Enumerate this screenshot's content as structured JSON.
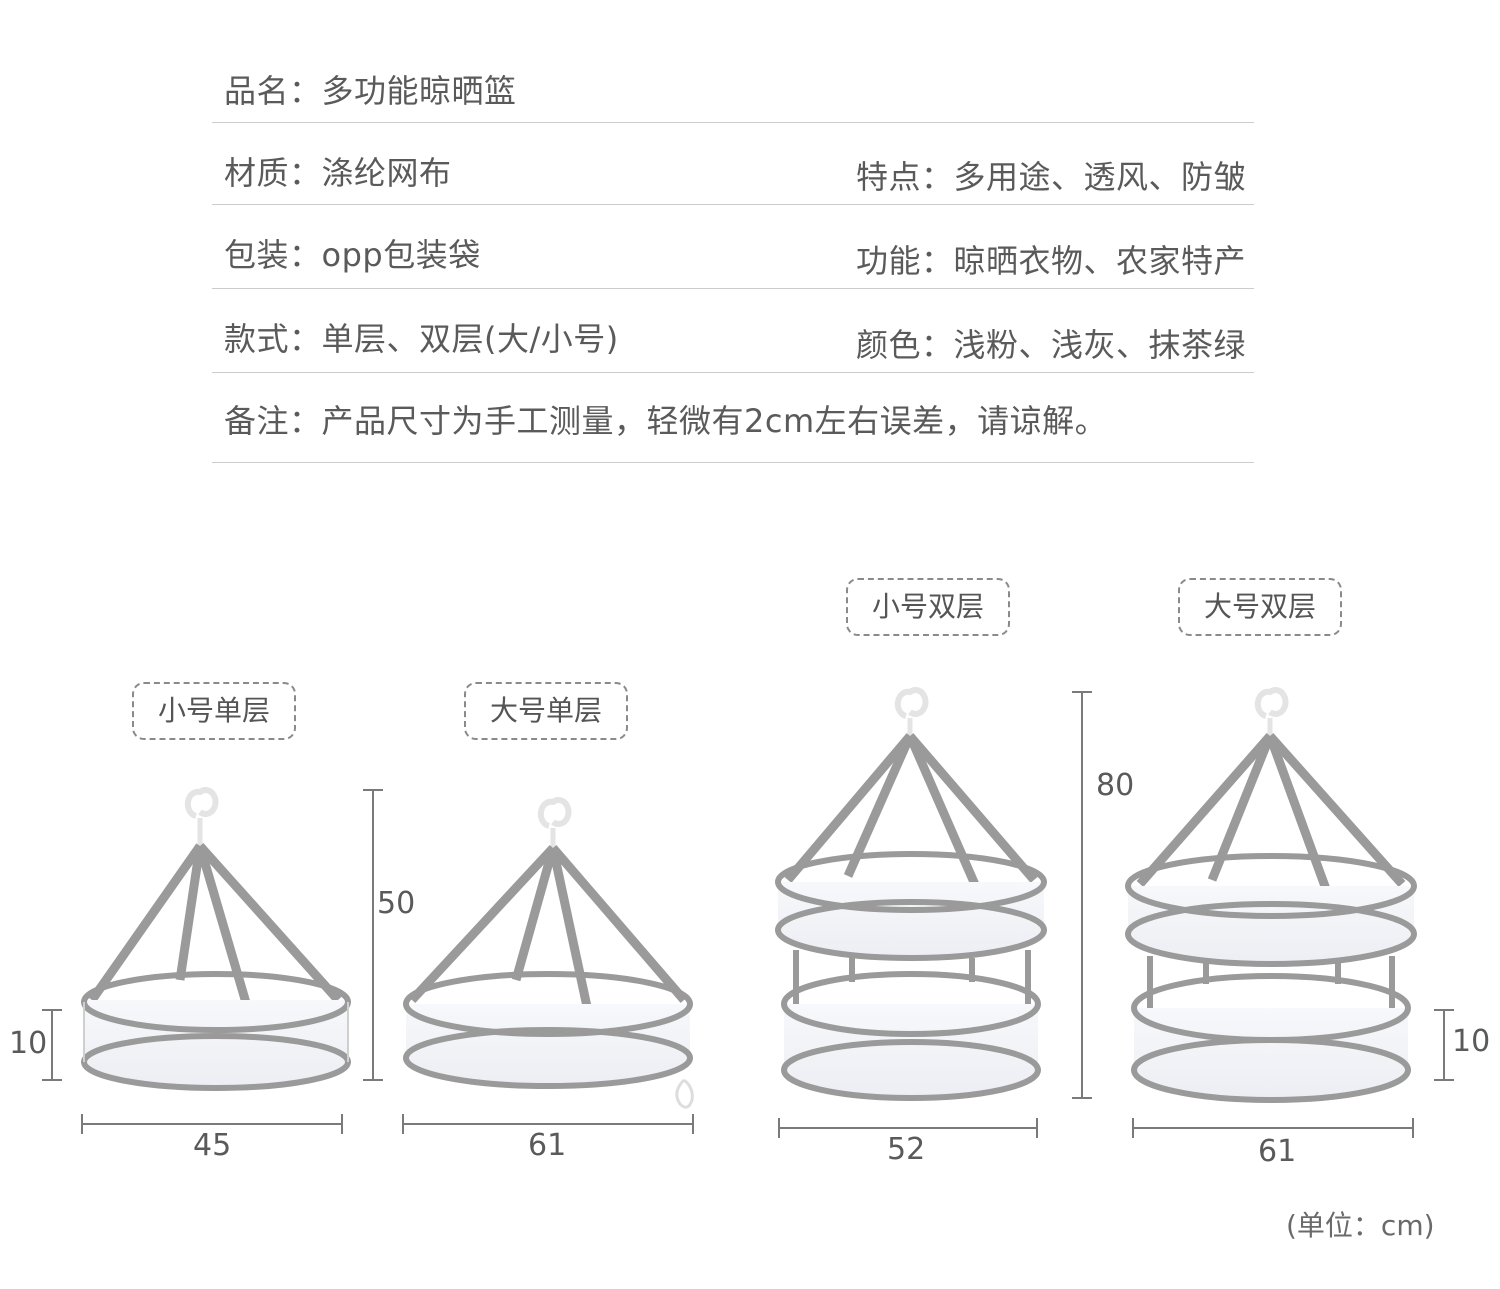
{
  "specs": {
    "name": {
      "label": "品名：",
      "value": "多功能晾晒篮"
    },
    "material": {
      "label": "材质：",
      "value": "涤纶网布"
    },
    "feature": {
      "label": "特点：",
      "value": "多用途、透风、防皱"
    },
    "package": {
      "label": "包装：",
      "value": "opp包装袋"
    },
    "function": {
      "label": "功能：",
      "value": "晾晒衣物、农家特产"
    },
    "style": {
      "label": "款式：",
      "value": "单层、双层(大/小号)"
    },
    "color": {
      "label": "颜色：",
      "value": "浅粉、浅灰、抹茶绿"
    },
    "note": {
      "label": "备注：",
      "value": "产品尺寸为手工测量，轻微有2cm左右误差，请谅解。"
    }
  },
  "products": [
    {
      "name": "小号单层",
      "width": "45",
      "height": "50",
      "layer_height": "10"
    },
    {
      "name": "大号单层",
      "width": "61"
    },
    {
      "name": "小号双层",
      "width": "52",
      "height": "80"
    },
    {
      "name": "大号双层",
      "width": "61",
      "layer_height": "10"
    }
  ],
  "unit_note": "(单位：cm)",
  "colors": {
    "frame": "#9a9a9a",
    "mesh": "#f3f4f7",
    "text": "#5a5a5a"
  }
}
